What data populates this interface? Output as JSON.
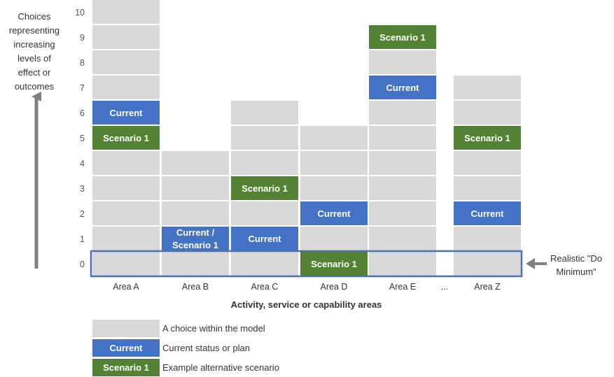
{
  "y_axis_label": [
    "Choices",
    "representing",
    "increasing",
    "levels of",
    "effect or",
    "outcomes"
  ],
  "x_axis_title": "Activity, service or capability areas",
  "do_minimum_label": [
    "Realistic \"Do",
    "Minimum\""
  ],
  "levels": [
    "0",
    "1",
    "2",
    "3",
    "4",
    "5",
    "6",
    "7",
    "8",
    "9",
    "10"
  ],
  "colors": {
    "choice": "#d9d9d9",
    "current": "#4472c4",
    "scenario": "#548235",
    "highlight_border": "#4a72b0",
    "arrow": "#7f7f7f"
  },
  "areas": [
    {
      "name": "Area A",
      "max_level": 10,
      "marks": [
        {
          "level": 6,
          "type": "current",
          "label": [
            "Current"
          ]
        },
        {
          "level": 5,
          "type": "scenario",
          "label": [
            "Scenario 1"
          ]
        }
      ]
    },
    {
      "name": "Area B",
      "max_level": 4,
      "marks": [
        {
          "level": 1,
          "type": "current",
          "label": [
            "Current /",
            "Scenario 1"
          ]
        }
      ]
    },
    {
      "name": "Area C",
      "max_level": 6,
      "marks": [
        {
          "level": 3,
          "type": "scenario",
          "label": [
            "Scenario 1"
          ]
        },
        {
          "level": 1,
          "type": "current",
          "label": [
            "Current"
          ]
        }
      ]
    },
    {
      "name": "Area D",
      "max_level": 5,
      "marks": [
        {
          "level": 2,
          "type": "current",
          "label": [
            "Current"
          ]
        },
        {
          "level": 0,
          "type": "scenario",
          "label": [
            "Scenario 1"
          ]
        }
      ]
    },
    {
      "name": "Area E",
      "max_level": 9,
      "marks": [
        {
          "level": 9,
          "type": "scenario",
          "label": [
            "Scenario 1"
          ]
        },
        {
          "level": 7,
          "type": "current",
          "label": [
            "Current"
          ]
        }
      ]
    },
    {
      "name": "...",
      "gap": true
    },
    {
      "name": "Area Z",
      "max_level": 7,
      "marks": [
        {
          "level": 5,
          "type": "scenario",
          "label": [
            "Scenario 1"
          ]
        },
        {
          "level": 2,
          "type": "current",
          "label": [
            "Current"
          ]
        }
      ]
    }
  ],
  "legend": [
    {
      "type": "choice",
      "swatch_label": "",
      "text": "A choice within the model"
    },
    {
      "type": "current",
      "swatch_label": "Current",
      "text": "Current status or plan"
    },
    {
      "type": "scenario",
      "swatch_label": "Scenario 1",
      "text": "Example alternative scenario"
    }
  ]
}
